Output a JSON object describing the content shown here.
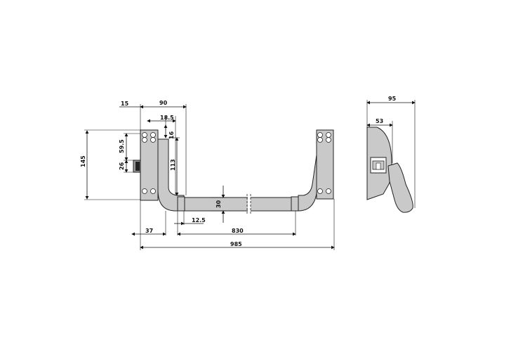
{
  "dimensions": {
    "d15": "15",
    "d90": "90",
    "d18_5": "18.5",
    "d16": "16",
    "d59_5": "59.5",
    "d145": "145",
    "d26": "26",
    "d113": "113",
    "d30": "30",
    "d12_5": "12.5",
    "d37": "37",
    "d830": "830",
    "d985": "985",
    "d95": "95",
    "d53": "53"
  }
}
